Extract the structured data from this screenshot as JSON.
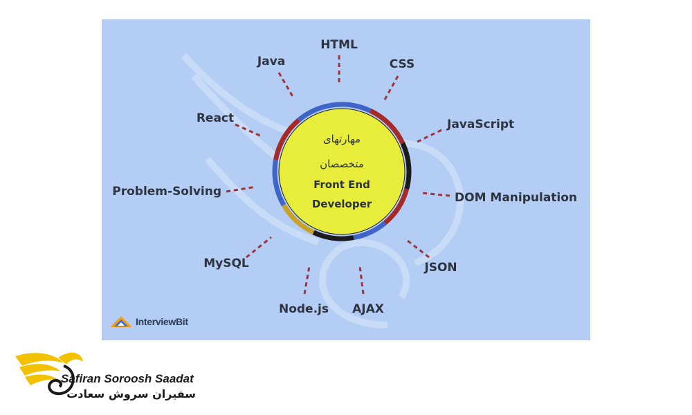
{
  "diagram": {
    "center": {
      "line1_fa": "مهارتهای",
      "line2_fa": "متخصصان",
      "line3": "Front End",
      "line4": "Developer"
    },
    "skills": [
      {
        "id": "html",
        "label": "HTML"
      },
      {
        "id": "css",
        "label": "CSS"
      },
      {
        "id": "javascript",
        "label": "JavaScript"
      },
      {
        "id": "dom",
        "label": "DOM Manipulation"
      },
      {
        "id": "json",
        "label": "JSON"
      },
      {
        "id": "ajax",
        "label": "AJAX"
      },
      {
        "id": "nodejs",
        "label": "Node.js"
      },
      {
        "id": "mysql",
        "label": "MySQL"
      },
      {
        "id": "problem",
        "label": "Problem-Solving"
      },
      {
        "id": "react",
        "label": "React"
      },
      {
        "id": "java",
        "label": "Java"
      }
    ],
    "colors": {
      "panel": "#b3cdf4",
      "center_fill": "#e8ec3a",
      "connector": "#a0323a",
      "ring_red": "#a52a2a",
      "ring_blue": "#3f64c8",
      "ring_gold": "#c9a227",
      "ring_black": "#1b1b1b"
    }
  },
  "source_logo": {
    "text": "InterviewBit",
    "icon": "interviewbit-logo-icon"
  },
  "brand": {
    "name_en": "Safiran Soroosh Saadat",
    "name_fa": "سفیران سروش سعادت",
    "icon": "bird-logo-icon",
    "color": "#f2c200"
  }
}
